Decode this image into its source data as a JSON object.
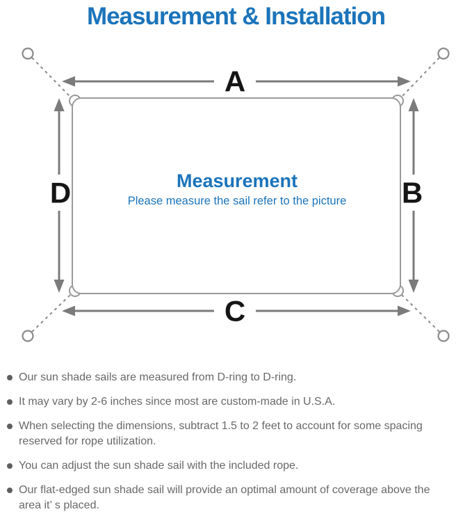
{
  "title": "Measurement & Installation",
  "diagram": {
    "labels": {
      "top": "A",
      "right": "B",
      "bottom": "C",
      "left": "D"
    },
    "center_title": "Measurement",
    "center_subtitle": "Please measure the sail refer to the picture",
    "colors": {
      "accent_blue": "#1b74bb",
      "dimension_gray": "#7b7b7b",
      "outline_gray": "#9a9a9a",
      "label_black": "#151515"
    }
  },
  "notes": {
    "items": [
      "Our sun shade sails are measured from D-ring to D-ring.",
      "It may vary by 2-6 inches since most are custom-made in U.S.A.",
      "When selecting the dimensions, subtract 1.5 to 2 feet to account for some spacing reserved for rope utilization.",
      "You can adjust the sun shade sail with the included rope.",
      "Our flat-edged sun shade sail will provide an optimal amount of coverage above the area it’ s placed."
    ]
  }
}
